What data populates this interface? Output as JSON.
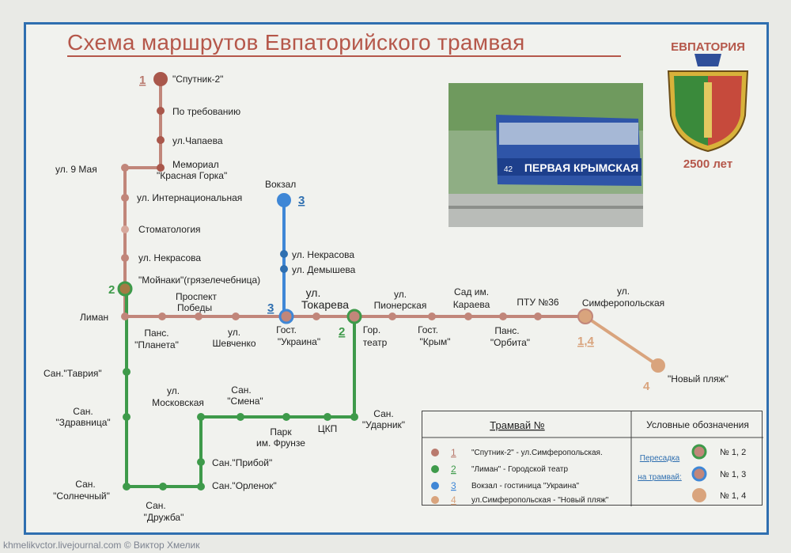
{
  "title": "Схема маршрутов  Евпаторийского трамвая",
  "crest": {
    "city": "ЕВПАТОРИЯ",
    "years": "2500 лет"
  },
  "photo": {
    "tram_text": "ПЕРВАЯ КРЫМСКАЯ",
    "tram_number": "42"
  },
  "colors": {
    "route1": "#b97a6e",
    "route2": "#3e9a4a",
    "route3": "#3f87d6",
    "route4": "#d9a47d",
    "frame": "#2f6fb0",
    "title": "#b5574a"
  },
  "route_numbers": {
    "r1": "1",
    "r2_top": "2",
    "r3_top": "3",
    "r3_mid": "3",
    "r2_mid": "2",
    "r14": "1,4",
    "r4": "4"
  },
  "stops": {
    "sputnik2": "\"Спутник-2\"",
    "po_treb": "По требованию",
    "chapaeva": "ул.Чапаева",
    "may9": "ул. 9 Мая",
    "memorial1": "Мемориал",
    "memorial2": "\"Красная Горка\"",
    "internats": "ул. Интернациональная",
    "stomat": "Стоматология",
    "nekrasova_left": "ул. Некрасова",
    "moynaki": "\"Мойнаки\"(грязелечебница)",
    "vokzal": "Вокзал",
    "nekrasova_right": "ул. Некрасова",
    "demysheva": "ул. Демышева",
    "prospekt1": "Проспект",
    "prospekt2": "Победы",
    "liman": "Лиман",
    "tokareva1": "ул.",
    "tokareva2": "Токарева",
    "pioner1": "ул.",
    "pioner2": "Пионерская",
    "sad1": "Сад им.",
    "sad2": "Караева",
    "ptu": "ПТУ №36",
    "simf1": "ул.",
    "simf2": "Симферопольская",
    "planeta1": "Панс.",
    "planeta2": "\"Планета\"",
    "shevchenko1": "ул.",
    "shevchenko2": "Шевченко",
    "ukraina1": "Гост.",
    "ukraina2": "\"Украина\"",
    "teatr1": "Гор.",
    "teatr2": "театр",
    "krym1": "Гост.",
    "krym2": "\"Крым\"",
    "orbita1": "Панс.",
    "orbita2": "\"Орбита\"",
    "novy_plyazh": "\"Новый пляж\"",
    "tavriya": "Сан.\"Таврия\"",
    "zdravnitsa1": "Сан.",
    "zdravnitsa2": "\"Здравница\"",
    "moskovskaya1": "ул.",
    "moskovskaya2": "Московская",
    "smena1": "Сан.",
    "smena2": "\"Смена\"",
    "udarnik1": "Сан.",
    "udarnik2": "\"Ударник\"",
    "park1": "Парк",
    "park2": "им. Фрунзе",
    "tskp": "ЦКП",
    "priboy": "Сан.\"Прибой\"",
    "orlenok": "Сан.\"Орленок\"",
    "solnechny1": "Сан.",
    "solnechny2": "\"Солнечный\"",
    "druzhba1": "Сан.",
    "druzhba2": "\"Дружба\""
  },
  "legend": {
    "heading_left": "Трамвай №",
    "heading_right": "Условные обозначения",
    "rows": [
      {
        "num": "1",
        "text": "\"Спутник-2\"  - ул.Симферопольская."
      },
      {
        "num": "2",
        "text": "\"Лиман\" - Городской театр"
      },
      {
        "num": "3",
        "text": "Вокзал - гостиница \"Украина\""
      },
      {
        "num": "4",
        "text": "ул.Симферопольская - \"Новый пляж\""
      }
    ],
    "transfer1": "Пересадка",
    "transfer2": "на трамвай:",
    "transfers": [
      "№ 1, 2",
      "№ 1, 3",
      "№ 1, 4"
    ]
  },
  "watermark": "khmelikvctor.livejournal.com © Виктор Хмелик"
}
